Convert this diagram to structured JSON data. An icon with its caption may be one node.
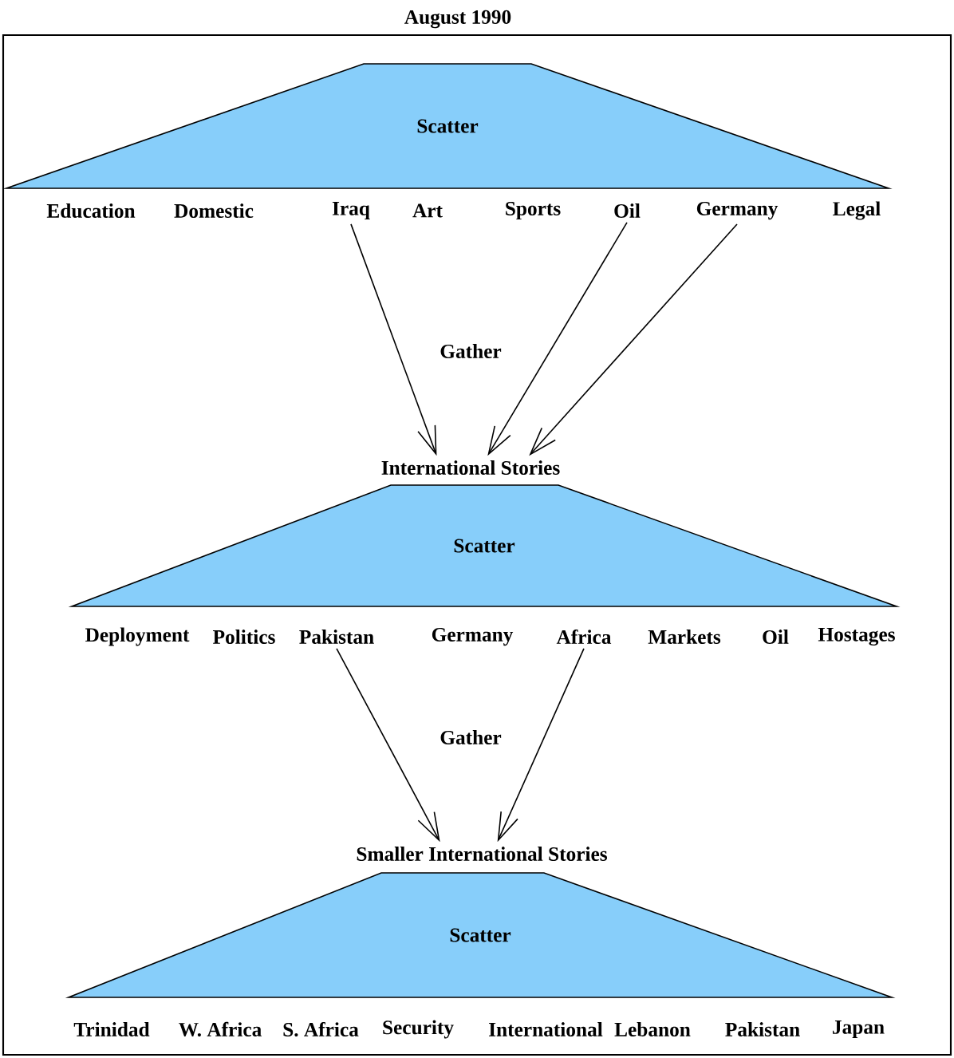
{
  "diagram": {
    "title": "August 1990",
    "nodes": [
      {
        "text": [
          "Scatter"
        ]
      },
      {
        "text": [
          "Education"
        ]
      },
      {
        "text": [
          "Domestic"
        ]
      },
      {
        "text": [
          "Iraq"
        ]
      },
      {
        "text": [
          "Art"
        ]
      },
      {
        "text": [
          "Sports"
        ]
      },
      {
        "text": [
          "Oil"
        ]
      },
      {
        "text": [
          "Germany"
        ]
      },
      {
        "text": [
          "Legal"
        ]
      },
      {
        "text": [
          "International Stories"
        ]
      },
      {
        "text": [
          "Scatter"
        ]
      },
      {
        "text": [
          "Deployment"
        ]
      },
      {
        "text": [
          "Politics"
        ]
      },
      {
        "text": [
          "Pakistan"
        ]
      },
      {
        "text": [
          "Germany"
        ]
      },
      {
        "text": [
          "Africa"
        ]
      },
      {
        "text": [
          "Markets"
        ]
      },
      {
        "text": [
          "Oil"
        ]
      },
      {
        "text": [
          "Hostages"
        ]
      },
      {
        "text": [
          "Smaller International Stories"
        ]
      },
      {
        "text": [
          "Scatter"
        ]
      },
      {
        "text": [
          "Trinidad"
        ]
      },
      {
        "text": [
          "W. Africa"
        ]
      },
      {
        "text": [
          "S. Africa"
        ]
      },
      {
        "text": [
          "Security"
        ]
      },
      {
        "text": [
          "International"
        ]
      },
      {
        "text": [
          "Lebanon"
        ]
      },
      {
        "text": [
          "Pakistan"
        ]
      },
      {
        "text": [
          "Japan"
        ]
      }
    ],
    "edges": [
      {
        "from": 3,
        "to": 9,
        "arrow": "to"
      },
      {
        "from": 6,
        "to": 9,
        "arrow": "to"
      },
      {
        "from": 7,
        "to": 9,
        "arrow": "to"
      },
      {
        "from": 13,
        "to": 19,
        "arrow": "to"
      },
      {
        "from": 15,
        "to": 19,
        "arrow": "to"
      }
    ],
    "labels": [
      "Gather",
      "Gather"
    ]
  }
}
